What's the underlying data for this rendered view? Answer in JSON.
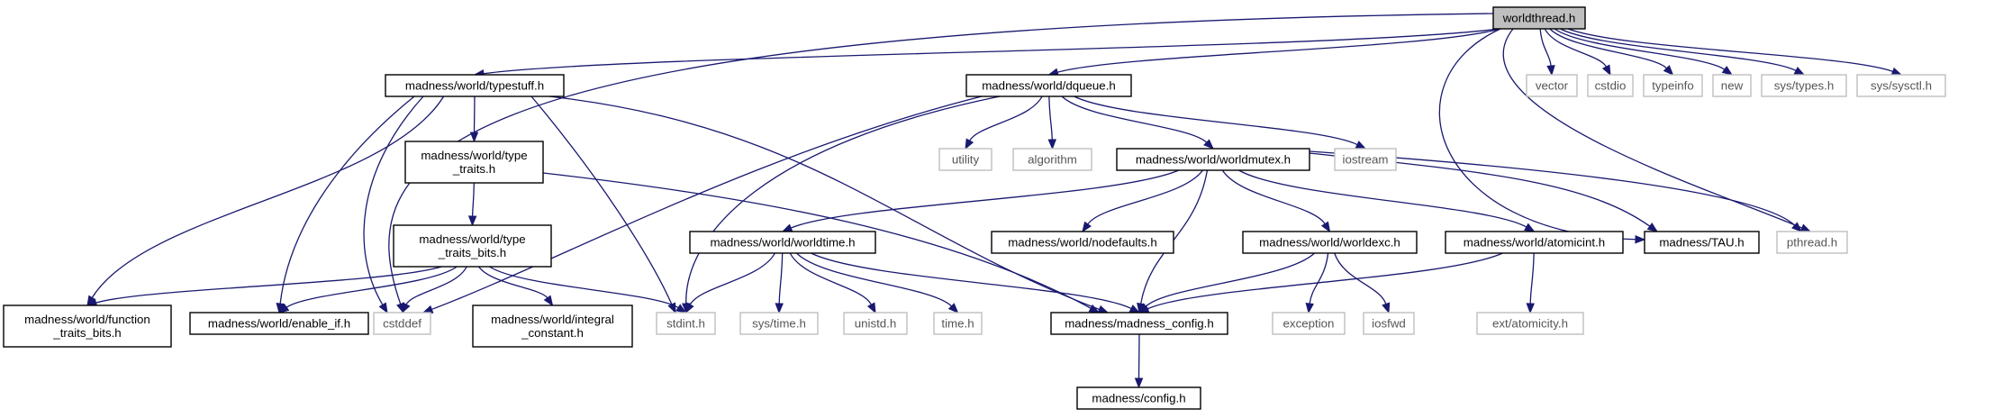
{
  "graph": {
    "colors": {
      "edge": "#191970",
      "documented_border": "#000000",
      "system_border": "#bfbfbf",
      "root_fill": "#bfbfbf"
    },
    "nodes": [
      {
        "id": "root",
        "label": [
          "worldthread.h"
        ],
        "kind": "root"
      },
      {
        "id": "typestuff",
        "label": [
          "madness/world/typestuff.h"
        ],
        "kind": "doc"
      },
      {
        "id": "dqueue",
        "label": [
          "madness/world/dqueue.h"
        ],
        "kind": "doc"
      },
      {
        "id": "vector",
        "label": [
          "vector"
        ],
        "kind": "sys"
      },
      {
        "id": "cstdio",
        "label": [
          "cstdio"
        ],
        "kind": "sys"
      },
      {
        "id": "typeinfo",
        "label": [
          "typeinfo"
        ],
        "kind": "sys"
      },
      {
        "id": "new",
        "label": [
          "new"
        ],
        "kind": "sys"
      },
      {
        "id": "systypes",
        "label": [
          "sys/types.h"
        ],
        "kind": "sys"
      },
      {
        "id": "syssysctl",
        "label": [
          "sys/sysctl.h"
        ],
        "kind": "sys"
      },
      {
        "id": "typetraits",
        "label": [
          "madness/world/type",
          "_traits.h"
        ],
        "kind": "doc"
      },
      {
        "id": "utility",
        "label": [
          "utility"
        ],
        "kind": "sys"
      },
      {
        "id": "algorithm",
        "label": [
          "algorithm"
        ],
        "kind": "sys"
      },
      {
        "id": "worldmutex",
        "label": [
          "madness/world/worldmutex.h"
        ],
        "kind": "doc"
      },
      {
        "id": "iostream",
        "label": [
          "iostream"
        ],
        "kind": "sys"
      },
      {
        "id": "typetraitsbits",
        "label": [
          "madness/world/type",
          "_traits_bits.h"
        ],
        "kind": "doc"
      },
      {
        "id": "worldtime",
        "label": [
          "madness/world/worldtime.h"
        ],
        "kind": "doc"
      },
      {
        "id": "nodefaults",
        "label": [
          "madness/world/nodefaults.h"
        ],
        "kind": "doc"
      },
      {
        "id": "worldexc",
        "label": [
          "madness/world/worldexc.h"
        ],
        "kind": "doc"
      },
      {
        "id": "atomicint",
        "label": [
          "madness/world/atomicint.h"
        ],
        "kind": "doc"
      },
      {
        "id": "tau",
        "label": [
          "madness/TAU.h"
        ],
        "kind": "doc"
      },
      {
        "id": "pthread",
        "label": [
          "pthread.h"
        ],
        "kind": "sys"
      },
      {
        "id": "functiontraits",
        "label": [
          "madness/world/function",
          "_traits_bits.h"
        ],
        "kind": "doc"
      },
      {
        "id": "enableif",
        "label": [
          "madness/world/enable_if.h"
        ],
        "kind": "doc"
      },
      {
        "id": "cstddef",
        "label": [
          "cstddef"
        ],
        "kind": "sys"
      },
      {
        "id": "integralconstant",
        "label": [
          "madness/world/integral",
          "_constant.h"
        ],
        "kind": "doc"
      },
      {
        "id": "stdint",
        "label": [
          "stdint.h"
        ],
        "kind": "sys"
      },
      {
        "id": "systime",
        "label": [
          "sys/time.h"
        ],
        "kind": "sys"
      },
      {
        "id": "unistd",
        "label": [
          "unistd.h"
        ],
        "kind": "sys"
      },
      {
        "id": "timeh",
        "label": [
          "time.h"
        ],
        "kind": "sys"
      },
      {
        "id": "madnessconfig",
        "label": [
          "madness/madness_config.h"
        ],
        "kind": "doc"
      },
      {
        "id": "exception",
        "label": [
          "exception"
        ],
        "kind": "sys"
      },
      {
        "id": "iosfwd",
        "label": [
          "iosfwd"
        ],
        "kind": "sys"
      },
      {
        "id": "extatomicity",
        "label": [
          "ext/atomicity.h"
        ],
        "kind": "sys"
      },
      {
        "id": "config",
        "label": [
          "madness/config.h"
        ],
        "kind": "doc"
      }
    ],
    "edges": [
      [
        "root",
        "typestuff"
      ],
      [
        "root",
        "dqueue"
      ],
      [
        "root",
        "vector"
      ],
      [
        "root",
        "cstdio"
      ],
      [
        "root",
        "typeinfo"
      ],
      [
        "root",
        "new"
      ],
      [
        "root",
        "systypes"
      ],
      [
        "root",
        "syssysctl"
      ],
      [
        "root",
        "tau"
      ],
      [
        "root",
        "pthread"
      ],
      [
        "root",
        "cstddef"
      ],
      [
        "typestuff",
        "typetraits"
      ],
      [
        "typestuff",
        "functiontraits"
      ],
      [
        "typestuff",
        "enableif"
      ],
      [
        "typestuff",
        "cstddef"
      ],
      [
        "typestuff",
        "stdint"
      ],
      [
        "typestuff",
        "madnessconfig"
      ],
      [
        "typetraits",
        "typetraitsbits"
      ],
      [
        "typetraits",
        "madnessconfig"
      ],
      [
        "typetraitsbits",
        "functiontraits"
      ],
      [
        "typetraitsbits",
        "enableif"
      ],
      [
        "typetraitsbits",
        "cstddef"
      ],
      [
        "typetraitsbits",
        "integralconstant"
      ],
      [
        "typetraitsbits",
        "stdint"
      ],
      [
        "dqueue",
        "utility"
      ],
      [
        "dqueue",
        "algorithm"
      ],
      [
        "dqueue",
        "worldmutex"
      ],
      [
        "dqueue",
        "iostream"
      ],
      [
        "dqueue",
        "stdint"
      ],
      [
        "dqueue",
        "cstddef"
      ],
      [
        "worldmutex",
        "worldtime"
      ],
      [
        "worldmutex",
        "nodefaults"
      ],
      [
        "worldmutex",
        "worldexc"
      ],
      [
        "worldmutex",
        "atomicint"
      ],
      [
        "worldmutex",
        "tau"
      ],
      [
        "worldmutex",
        "pthread"
      ],
      [
        "worldmutex",
        "madnessconfig"
      ],
      [
        "worldtime",
        "stdint"
      ],
      [
        "worldtime",
        "systime"
      ],
      [
        "worldtime",
        "unistd"
      ],
      [
        "worldtime",
        "timeh"
      ],
      [
        "worldtime",
        "madnessconfig"
      ],
      [
        "worldexc",
        "exception"
      ],
      [
        "worldexc",
        "iosfwd"
      ],
      [
        "worldexc",
        "madnessconfig"
      ],
      [
        "atomicint",
        "extatomicity"
      ],
      [
        "atomicint",
        "madnessconfig"
      ],
      [
        "madnessconfig",
        "config"
      ]
    ]
  }
}
